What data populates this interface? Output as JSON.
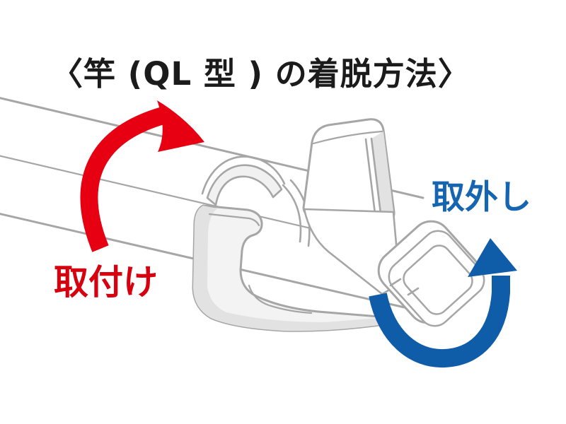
{
  "title": {
    "text": "〈竿 (QL 型 ) の着脱方法〉",
    "color": "#1b1b1b"
  },
  "labels": {
    "attach": {
      "text": "取付け",
      "color": "#d7000f"
    },
    "detach": {
      "text": "取外し",
      "color": "#1565b0"
    }
  },
  "arrows": {
    "attach_color": "#e60012",
    "detach_color": "#0f5ca9"
  },
  "artwork": {
    "outline_color": "#a6a6a6",
    "shade_color": "#e2e2e2",
    "background_color": "#ffffff"
  }
}
